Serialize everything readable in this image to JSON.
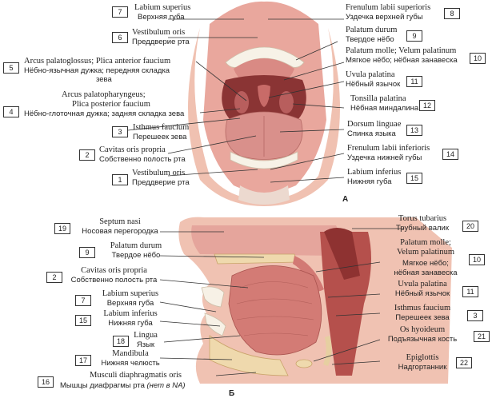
{
  "figure_a": {
    "letter": "A",
    "labels": [
      {
        "num": "7",
        "lat": "Labium superius",
        "ru": "Верхняя губа"
      },
      {
        "num": "6",
        "lat": "Vestibulum oris",
        "ru": "Преддверие рта"
      },
      {
        "num": "5",
        "lat": "Arcus palatoglossus; Plica anterior faucium",
        "ru": "Нёбно-язычная дужка; передняя складка",
        "ru2": "зева"
      },
      {
        "num": "4",
        "lat": "Arcus palatopharyngeus;",
        "lat2": "Plica posterior faucium",
        "ru": "Нёбно-глоточная дужка; задняя складка зева"
      },
      {
        "num": "3",
        "lat": "Isthmus faucium",
        "ru": "Перешеек зева"
      },
      {
        "num": "2",
        "lat": "Cavitas oris propria",
        "ru": "Собственно полость рта"
      },
      {
        "num": "1",
        "lat": "Vestibulum oris",
        "ru": "Преддверие рта"
      },
      {
        "num": "8",
        "lat": "Frenulum labii superioris",
        "ru": "Уздечка верхней губы"
      },
      {
        "num": "9",
        "lat": "Palatum durum",
        "ru": "Твердое нёбо"
      },
      {
        "num": "10",
        "lat": "Palatum molle; Velum palatinum",
        "ru": "Мягкое нёбо; нёбная занавеска"
      },
      {
        "num": "11",
        "lat": "Uvula palatina",
        "ru": "Нёбный язычок"
      },
      {
        "num": "12",
        "lat": "Tonsilla palatina",
        "ru": "Нёбная миндалина"
      },
      {
        "num": "13",
        "lat": "Dorsum linguae",
        "ru": "Спинка языка"
      },
      {
        "num": "14",
        "lat": "Frenulum labii inferioris",
        "ru": "Уздечка нижней губы"
      },
      {
        "num": "15",
        "lat": "Labium inferius",
        "ru": "Нижняя губа"
      }
    ]
  },
  "figure_b": {
    "letter": "Б",
    "labels": [
      {
        "num": "19",
        "lat": "Septum nasi",
        "ru": "Носовая перегородка"
      },
      {
        "num": "9",
        "lat": "Palatum durum",
        "ru": "Твердое нёбо"
      },
      {
        "num": "2",
        "lat": "Cavitas oris propria",
        "ru": "Собственно полость рта"
      },
      {
        "num": "7",
        "lat": "Labium superius",
        "ru": "Верхняя губа"
      },
      {
        "num": "15",
        "lat": "Labium inferius",
        "ru": "Нижняя губа"
      },
      {
        "num": "18",
        "lat": "Lingua",
        "ru": "Язык"
      },
      {
        "num": "17",
        "lat": "Mandibula",
        "ru": "Нижняя челюсть"
      },
      {
        "num": "16",
        "lat": "Musculi diaphragmatis oris",
        "ru": "Мышцы диафрагмы рта",
        "ru_note": "(нет в NA)"
      },
      {
        "num": "20",
        "lat": "Torus tubarius",
        "ru": "Трубный валик"
      },
      {
        "num": "10",
        "lat": "Palatum molle;",
        "lat2": "Velum palatinum",
        "ru": "Мягкое нёбо;",
        "ru2": "нёбная занавеска"
      },
      {
        "num": "11",
        "lat": "Uvula palatina",
        "ru": "Нёбный язычок"
      },
      {
        "num": "3",
        "lat": "Isthmus faucium",
        "ru": "Перешеек зева"
      },
      {
        "num": "21",
        "lat": "Os hyoideum",
        "ru": "Подъязычная кость"
      },
      {
        "num": "22",
        "lat": "Epiglottis",
        "ru": "Надгортанник"
      }
    ]
  },
  "colors": {
    "lip": "#e7a39b",
    "mucosa": "#c96f6c",
    "tongue": "#d58a86",
    "cavity": "#7a2c2e",
    "teeth": "#f6f1e6",
    "skin": "#f1c9b8",
    "bone": "#e9d3a6",
    "muscle": "#d0706b"
  }
}
